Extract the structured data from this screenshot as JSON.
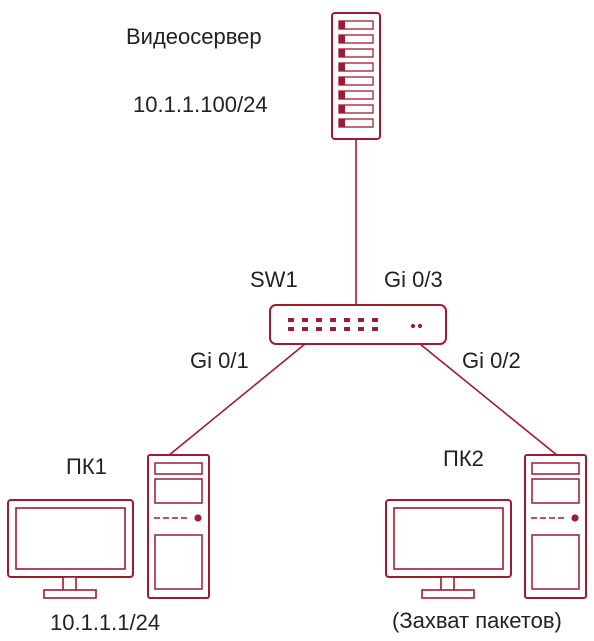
{
  "colors": {
    "accent": "#9e1b32",
    "link": "#9e1b32",
    "device_outline": "#9e1b32",
    "text": "#222222"
  },
  "server": {
    "name": "Видеосервер",
    "ip": "10.1.1.100/24",
    "icon": "server-rack-icon"
  },
  "switch": {
    "name": "SW1",
    "icon": "switch-icon",
    "ports": {
      "uplink": "Gi 0/3",
      "left": "Gi 0/1",
      "right": "Gi 0/2"
    }
  },
  "pc1": {
    "name": "ПК1",
    "ip": "10.1.1.1/24",
    "icon": "desktop-pc-icon"
  },
  "pc2": {
    "name": "ПК2",
    "note": "(Захват пакетов)",
    "icon": "desktop-pc-icon"
  }
}
